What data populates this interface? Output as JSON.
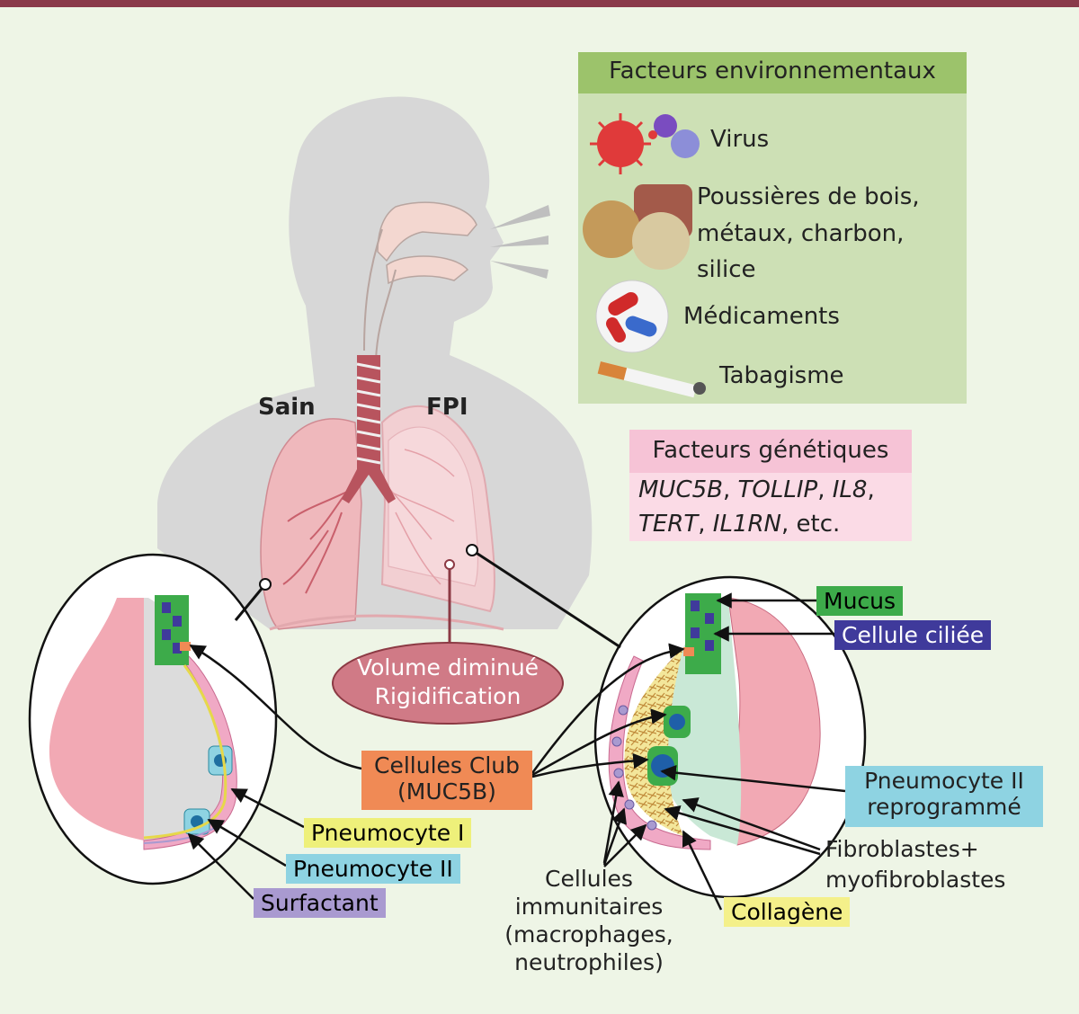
{
  "labels": {
    "sain": "Sain",
    "fpi": "FPI",
    "env_title": "Facteurs environnementaux",
    "virus": "Virus",
    "dust_1": "Poussières de bois,",
    "dust_2": "métaux, charbon,",
    "dust_3": "silice",
    "drugs": "Médicaments",
    "smoking": "Tabagisme",
    "gen_title": "Facteurs génétiques",
    "gen_1": "MUC5B",
    "gen_sep1": ", ",
    "gen_2": "TOLLIP",
    "gen_sep2": ", ",
    "gen_3": "IL8",
    "gen_sep3": ",",
    "gen_4": "TERT",
    "gen_sep4": ", ",
    "gen_5": "IL1RN",
    "gen_end": ", etc.",
    "volume_1": "Volume diminué",
    "volume_2": "Rigidification",
    "club_1": "Cellules Club",
    "club_2": "(MUC5B)",
    "pneumo1": "Pneumocyte I",
    "pneumo2": "Pneumocyte II",
    "surfactant": "Surfactant",
    "mucus": "Mucus",
    "cilie": "Cellule ciliée",
    "pneumo2r_1": "Pneumocyte II",
    "pneumo2r_2": "reprogrammé",
    "fibro_1": "Fibroblastes+",
    "fibro_2": "myofibroblastes",
    "immun_1": "Cellules",
    "immun_2": "immunitaires",
    "immun_3": "(macrophages,",
    "immun_4": "neutrophiles)",
    "collagene": "Collagène"
  },
  "colors": {
    "background": "#eef5e6",
    "top_bar": "#8a3a4a",
    "body_silhouette": "#d7d7d7",
    "lung": "#efb8bc",
    "env_header": "#9cc36b",
    "env_panel": "#cde0b5",
    "gen_header": "#f6c3d6",
    "gen_panel": "#fbdbe6",
    "volume_oval": "#d07a86",
    "club_box": "#f08a55",
    "pneumo1_box": "#eef07a",
    "pneumo2_box": "#8ed3e2",
    "surfactant_box": "#a99ad0",
    "mucus_box": "#3dab4a",
    "cilie_box": "#3f3a9b",
    "collagene_box": "#f4f08a"
  }
}
